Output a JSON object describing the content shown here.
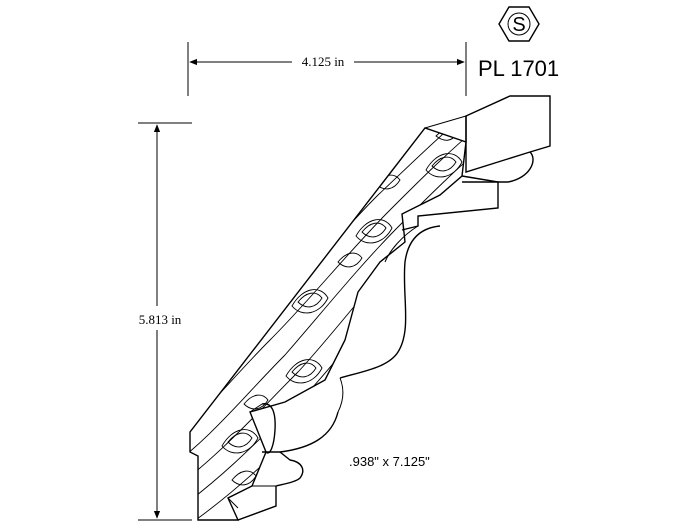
{
  "badge": {
    "letter": "S",
    "icon": "hexagon-s-icon"
  },
  "part_number": "PL 1701",
  "dimensions": {
    "width_label": "4.125 in",
    "height_label": "5.813 in",
    "size_label": ".938\" x 7.125\""
  },
  "colors": {
    "line": "#000000",
    "background": "#ffffff"
  }
}
